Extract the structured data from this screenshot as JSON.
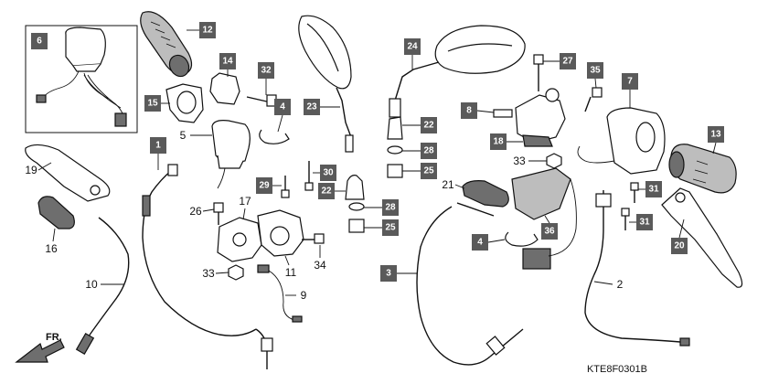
{
  "diagram": {
    "reference_code": "KTE8F0301B",
    "direction_label": "FR.",
    "callouts_boxed": [
      "6",
      "12",
      "14",
      "32",
      "15",
      "4",
      "1",
      "23",
      "30",
      "29",
      "22",
      "28",
      "25",
      "24",
      "27",
      "35",
      "8",
      "22",
      "28",
      "25",
      "18",
      "7",
      "13",
      "36",
      "31",
      "31",
      "4",
      "3",
      "20"
    ],
    "callouts_plain": [
      "5",
      "19",
      "16",
      "10",
      "26",
      "17",
      "33",
      "34",
      "11",
      "9",
      "21",
      "33",
      "2"
    ]
  }
}
